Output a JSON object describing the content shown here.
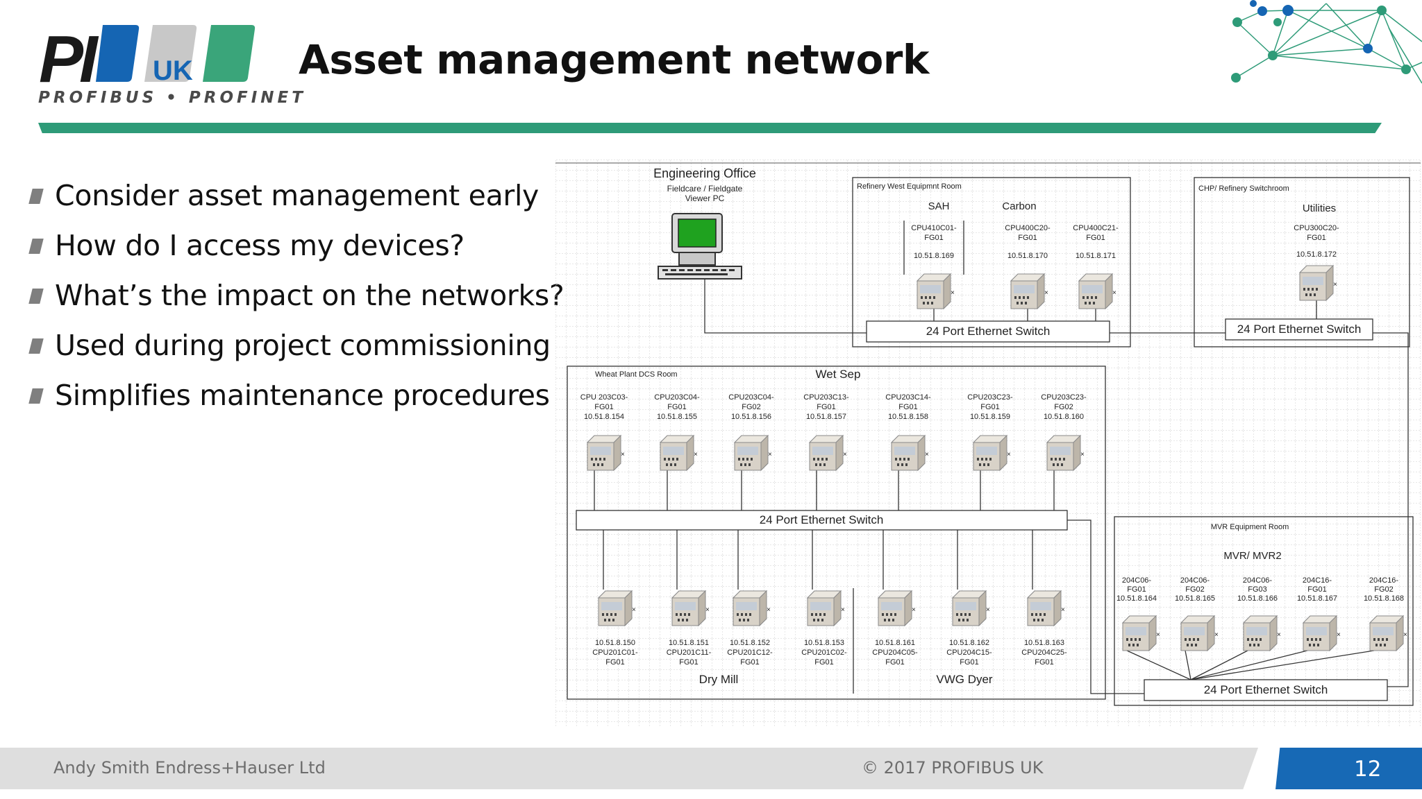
{
  "header": {
    "logo": {
      "mark": "PI",
      "region": "UK",
      "tagline": "PROFIBUS • PROFINET"
    },
    "title": "Asset management network"
  },
  "bullets": [
    "Consider asset management early",
    "How do I access my devices?",
    "What’s the impact on the networks?",
    "Used during project commissioning",
    "Simplifies maintenance procedures"
  ],
  "diagram": {
    "engineering_office": {
      "title": "Engineering Office",
      "caption_line1": "Fieldcare / Fieldgate",
      "caption_line2": "Viewer PC"
    },
    "refinery_west": {
      "room": "Refinery West Equipmnt  Room",
      "group_sah": "SAH",
      "group_carbon": "Carbon",
      "devices": [
        {
          "line1": "CPU410C01-",
          "line2": "FG01",
          "ip": "10.51.8.169"
        },
        {
          "line1": "CPU400C20-",
          "line2": "FG01",
          "ip": "10.51.8.170"
        },
        {
          "line1": "CPU400C21-",
          "line2": "FG01",
          "ip": "10.51.8.171"
        }
      ],
      "switch": "24 Port Ethernet Switch"
    },
    "chp": {
      "room": "CHP/ Refinery Switchroom",
      "group": "Utilities",
      "device": {
        "line1": "CPU300C20-",
        "line2": "FG01",
        "ip": "10.51.8.172"
      },
      "switch": "24 Port Ethernet Switch"
    },
    "wheat_plant": {
      "room": "Wheat Plant DCS Room",
      "group_wet_sep": "Wet Sep",
      "group_dry_mill": "Dry Mill",
      "group_vwg_dyer": "VWG Dyer",
      "top_devices": [
        {
          "line1": "CPU 203C03-",
          "line2": "FG01",
          "ip": "10.51.8.154"
        },
        {
          "line1": "CPU203C04-",
          "line2": "FG01",
          "ip": "10.51.8.155"
        },
        {
          "line1": "CPU203C04-",
          "line2": "FG02",
          "ip": "10.51.8.156"
        },
        {
          "line1": "CPU203C13-",
          "line2": "FG01",
          "ip": "10.51.8.157"
        },
        {
          "line1": "CPU203C14-",
          "line2": "FG01",
          "ip": "10.51.8.158"
        },
        {
          "line1": "CPU203C23-",
          "line2": "FG01",
          "ip": "10.51.8.159"
        },
        {
          "line1": "CPU203C23-",
          "line2": "FG02",
          "ip": "10.51.8.160"
        }
      ],
      "bottom_devices": [
        {
          "ip": "10.51.8.150",
          "line1": "CPU201C01-",
          "line2": "FG01"
        },
        {
          "ip": "10.51.8.151",
          "line1": "CPU201C11-",
          "line2": "FG01"
        },
        {
          "ip": "10.51.8.152",
          "line1": "CPU201C12-",
          "line2": "FG01"
        },
        {
          "ip": "10.51.8.153",
          "line1": "CPU201C02-",
          "line2": "FG01"
        },
        {
          "ip": "10.51.8.161",
          "line1": "CPU204C05-",
          "line2": "FG01"
        },
        {
          "ip": "10.51.8.162",
          "line1": "CPU204C15-",
          "line2": "FG01"
        },
        {
          "ip": "10.51.8.163",
          "line1": "CPU204C25-",
          "line2": "FG01"
        }
      ],
      "switch": "24 Port Ethernet Switch"
    },
    "mvr": {
      "room": "MVR Equipment Room",
      "group": "MVR/ MVR2",
      "devices": [
        {
          "line1": "204C06-",
          "line2": "FG01",
          "ip": "10.51.8.164"
        },
        {
          "line1": "204C06-",
          "line2": "FG02",
          "ip": "10.51.8.165"
        },
        {
          "line1": "204C06-",
          "line2": "FG03",
          "ip": "10.51.8.166"
        },
        {
          "line1": "204C16-",
          "line2": "FG01",
          "ip": "10.51.8.167"
        },
        {
          "line1": "204C16-",
          "line2": "FG02",
          "ip": "10.51.8.168"
        }
      ],
      "switch": "24 Port Ethernet Switch"
    }
  },
  "footer": {
    "author": "Andy Smith Endress+Hauser Ltd",
    "copyright": "© 2017   PROFIBUS UK",
    "page": "12"
  },
  "colors": {
    "green": "#2e9b78",
    "blue": "#1769b5",
    "logo_blue": "#1565b3",
    "logo_grey": "#c8c8c8",
    "logo_green": "#3aa57a",
    "footer_grey": "#dedede"
  }
}
